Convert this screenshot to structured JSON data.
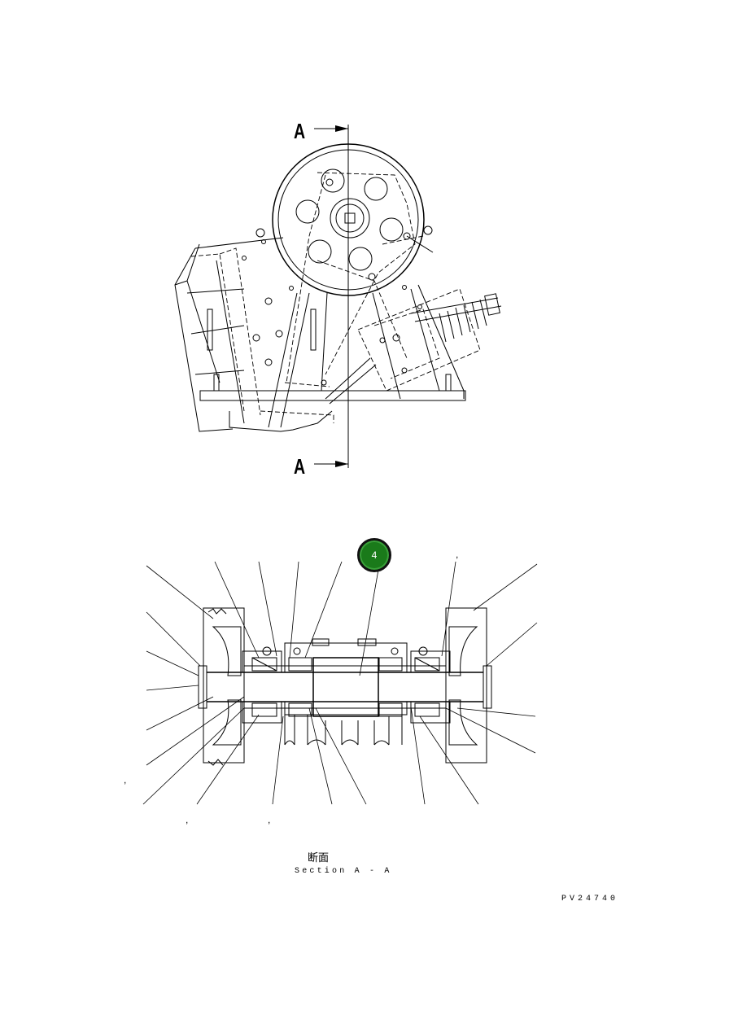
{
  "section_mark_top": "A",
  "section_mark_bottom": "A",
  "callout_badge": "4",
  "caption_japanese": "断面",
  "caption_english": "Section A - A",
  "drawing_code": "PV24740",
  "stray_commas": [
    ",",
    ",",
    ",",
    ","
  ]
}
